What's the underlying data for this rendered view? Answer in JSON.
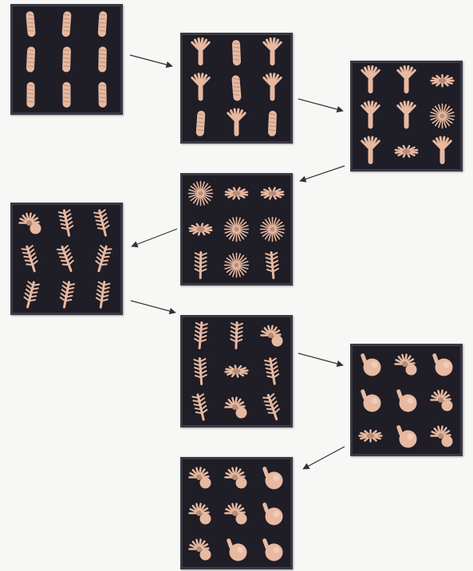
{
  "colors": {
    "background": "#f7f7f5",
    "panel": "#1f1d26",
    "panel_border": "#3a3944",
    "form": "#e7b9a0",
    "form_shade": "#b98d77",
    "arrow": "#333333"
  },
  "panels": [
    {
      "name": "generation-1",
      "forms": [
        "stalk",
        "stalk",
        "stalk",
        "stalk",
        "stalk",
        "stalk",
        "stalk",
        "stalk",
        "stalk"
      ]
    },
    {
      "name": "generation-2",
      "forms": [
        "fork",
        "stalk",
        "fork",
        "fork",
        "stalk",
        "fork",
        "stalk",
        "fork",
        "stalk"
      ]
    },
    {
      "name": "generation-3",
      "forms": [
        "fork",
        "fork",
        "spray",
        "fork",
        "fork",
        "fan",
        "fork",
        "spray",
        "fork"
      ]
    },
    {
      "name": "generation-4",
      "forms": [
        "fan",
        "spray",
        "spray",
        "spray",
        "fan",
        "fan",
        "fern",
        "fan",
        "fern"
      ]
    },
    {
      "name": "generation-5",
      "forms": [
        "bulb-spray",
        "fern",
        "fern",
        "fern",
        "fern",
        "fern",
        "fern",
        "fern",
        "fern"
      ]
    },
    {
      "name": "generation-6",
      "forms": [
        "fern",
        "fern",
        "bulb-spray",
        "fern",
        "spray",
        "fern",
        "fern",
        "bulb-spray",
        "fern"
      ]
    },
    {
      "name": "generation-7",
      "forms": [
        "bulb",
        "bulb-spray",
        "bulb",
        "bulb",
        "bulb",
        "bulb-spray",
        "spray",
        "bulb",
        "bulb-spray"
      ]
    },
    {
      "name": "generation-8",
      "forms": [
        "bulb-spray",
        "bulb-spray",
        "bulb",
        "bulb-spray",
        "bulb-spray",
        "bulb",
        "bulb-spray",
        "bulb",
        "bulb"
      ]
    }
  ],
  "arrows": [
    {
      "name": "arrow-1-to-2"
    },
    {
      "name": "arrow-2-to-3"
    },
    {
      "name": "arrow-3-to-4"
    },
    {
      "name": "arrow-4-to-5"
    },
    {
      "name": "arrow-5-to-6"
    },
    {
      "name": "arrow-6-to-7"
    },
    {
      "name": "arrow-7-to-8"
    }
  ]
}
